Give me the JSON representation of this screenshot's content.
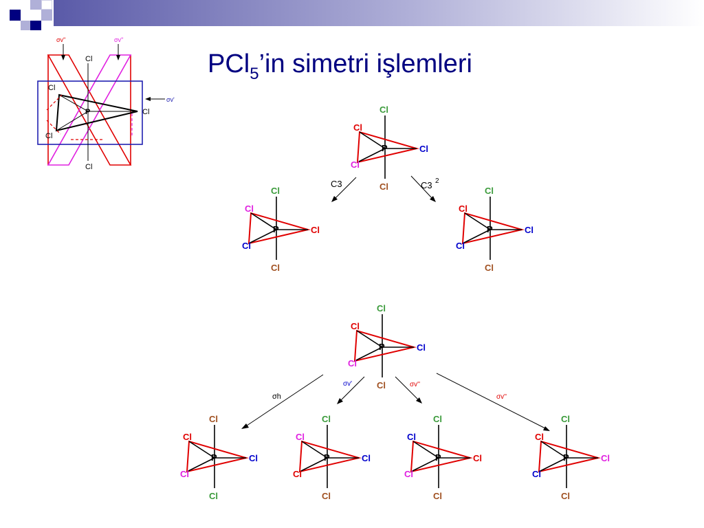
{
  "colors": {
    "title": "#000080",
    "green": "#3a9a3a",
    "red": "#e00000",
    "magenta": "#e020e0",
    "blue": "#0000cc",
    "brown": "#a05020",
    "black": "#000000",
    "plane_blue": "#2020b0",
    "plane_red": "#e00000",
    "plane_magenta": "#e020e0"
  },
  "title": {
    "main": "PCl",
    "sub": "5",
    "rest": "’in simetri işlemleri"
  },
  "reference": {
    "top_cl": "Cl",
    "left_top_cl": "Cl",
    "left_bottom_cl": "Cl",
    "right_cl": "Cl",
    "bottom_cl": "Cl",
    "p": "P",
    "sigma_left": "σv''",
    "sigma_right": "σv''",
    "sigma_side": "σv'"
  },
  "atom": {
    "cl": "Cl",
    "p": "P"
  },
  "ops": {
    "c3": "C3",
    "c3_2": "C3",
    "c3_2_sup": "2",
    "sigma_h": "σh",
    "sigma_v1": "σv'",
    "sigma_v2": "σv''",
    "sigma_v3": "σv''"
  },
  "molecules": [
    {
      "id": "rot-source",
      "top": "green",
      "ul": "red",
      "ll": "magenta",
      "right": "blue",
      "bottom": "brown"
    },
    {
      "id": "rot-c3",
      "top": "green",
      "ul": "magenta",
      "ll": "blue",
      "right": "red",
      "bottom": "brown"
    },
    {
      "id": "rot-c3sq",
      "top": "green",
      "ul": "red",
      "ll": "blue",
      "right": "blue",
      "bottom": "brown"
    },
    {
      "id": "ref-source",
      "top": "green",
      "ul": "red",
      "ll": "magenta",
      "right": "blue",
      "bottom": "brown"
    },
    {
      "id": "ref-sigmah",
      "top": "brown",
      "ul": "red",
      "ll": "magenta",
      "right": "blue",
      "bottom": "green"
    },
    {
      "id": "ref-sigmav1",
      "top": "green",
      "ul": "magenta",
      "ll": "red",
      "right": "blue",
      "bottom": "brown"
    },
    {
      "id": "ref-sigmav2",
      "top": "green",
      "ul": "blue",
      "ll": "magenta",
      "right": "red",
      "bottom": "brown"
    },
    {
      "id": "ref-sigmav3",
      "top": "green",
      "ul": "red",
      "ll": "blue",
      "right": "magenta",
      "bottom": "brown"
    }
  ]
}
